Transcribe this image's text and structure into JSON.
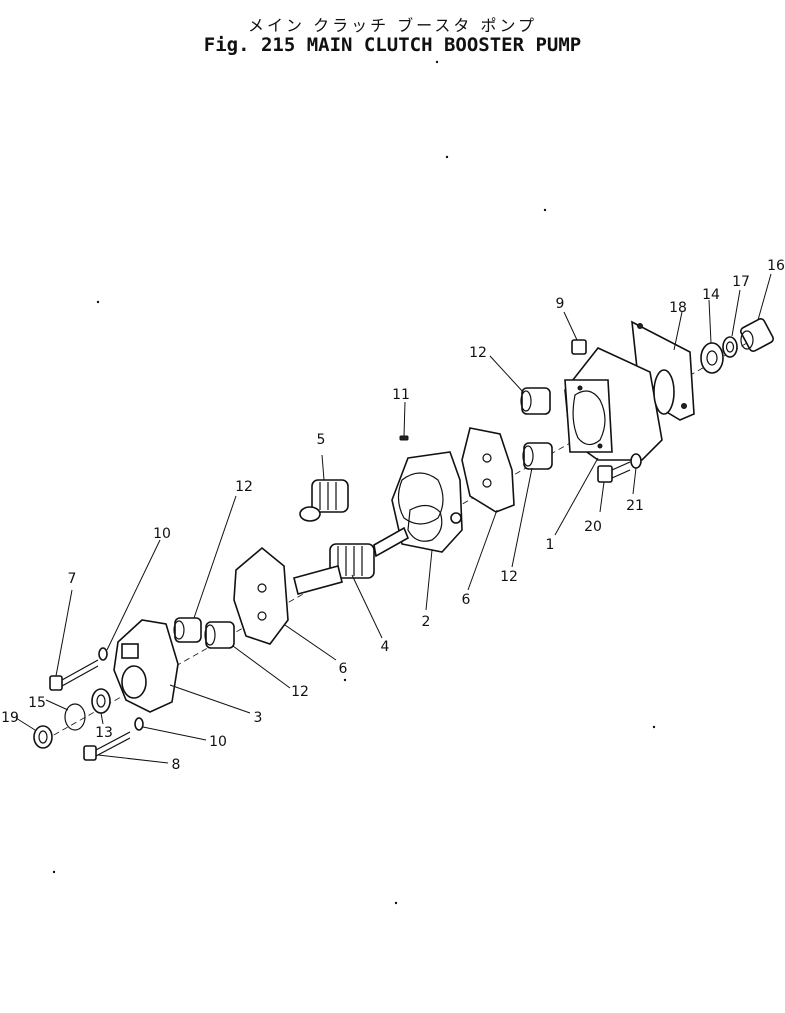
{
  "title": {
    "japanese": "メイン クラッチ ブースタ ポンプ",
    "english": "Fig. 215 MAIN CLUTCH BOOSTER PUMP"
  },
  "callouts": [
    {
      "id": "c1",
      "label": "1"
    },
    {
      "id": "c2",
      "label": "2"
    },
    {
      "id": "c3",
      "label": "3"
    },
    {
      "id": "c4",
      "label": "4"
    },
    {
      "id": "c5",
      "label": "5"
    },
    {
      "id": "c6a",
      "label": "6"
    },
    {
      "id": "c6b",
      "label": "6"
    },
    {
      "id": "c7",
      "label": "7"
    },
    {
      "id": "c8",
      "label": "8"
    },
    {
      "id": "c9",
      "label": "9"
    },
    {
      "id": "c10a",
      "label": "10"
    },
    {
      "id": "c10b",
      "label": "10"
    },
    {
      "id": "c11",
      "label": "11"
    },
    {
      "id": "c12a",
      "label": "12"
    },
    {
      "id": "c12b",
      "label": "12"
    },
    {
      "id": "c12c",
      "label": "12"
    },
    {
      "id": "c12d",
      "label": "12"
    },
    {
      "id": "c13",
      "label": "13"
    },
    {
      "id": "c14",
      "label": "14"
    },
    {
      "id": "c15",
      "label": "15"
    },
    {
      "id": "c16",
      "label": "16"
    },
    {
      "id": "c17",
      "label": "17"
    },
    {
      "id": "c18",
      "label": "18"
    },
    {
      "id": "c19",
      "label": "19"
    },
    {
      "id": "c20",
      "label": "20"
    },
    {
      "id": "c21",
      "label": "21"
    }
  ]
}
